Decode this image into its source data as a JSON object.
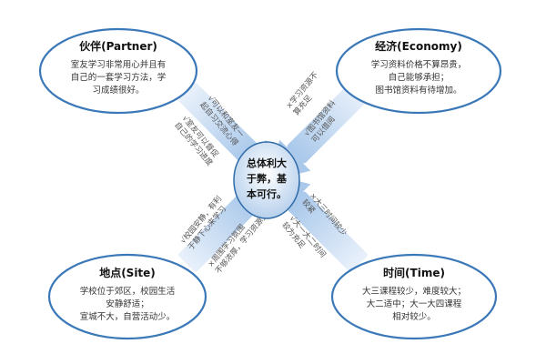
{
  "center": {
    "lines": [
      "总体利大",
      "于弊，基",
      "本可行。"
    ]
  },
  "nodes": {
    "partner": {
      "title": "伙伴(Partner)",
      "lines": [
        "室友学习非常用心并且有",
        "自己的一套学习方法，学",
        "习成绩很好。"
      ]
    },
    "economy": {
      "title": "经济(Economy)",
      "lines": [
        "学习资料价格不算昂贵，",
        "自己能够承担；",
        "图书馆资料有待增加。"
      ]
    },
    "site": {
      "title": "地点(Site)",
      "lines": [
        "学校位于郊区，校园生活",
        "安静舒适；",
        "宣城不大，自营活动少。"
      ]
    },
    "time": {
      "title": "时间(Time)",
      "lines": [
        "大三课程较少，难度较大；",
        "大二适中；大一大四课程",
        "相对较少。"
      ]
    }
  },
  "arrow_labels": {
    "partner_a": [
      "√可以和室友一",
      "起自习交流心得"
    ],
    "partner_b": [
      "√室友可以督促",
      "自己的学习进度"
    ],
    "economy_a": [
      "×学习资源不",
      "算充足"
    ],
    "economy_b": [
      "√图书馆资料",
      "可以借阅"
    ],
    "site_a": [
      "√校园安静，有利",
      "于静下心来学习"
    ],
    "site_b": [
      "×周围学习氛围",
      "不够浓厚，学习资源少"
    ],
    "time_a": [
      "×大三时间较少",
      "较紧"
    ],
    "time_b": [
      "√大一大二时间",
      "较为充足"
    ]
  }
}
